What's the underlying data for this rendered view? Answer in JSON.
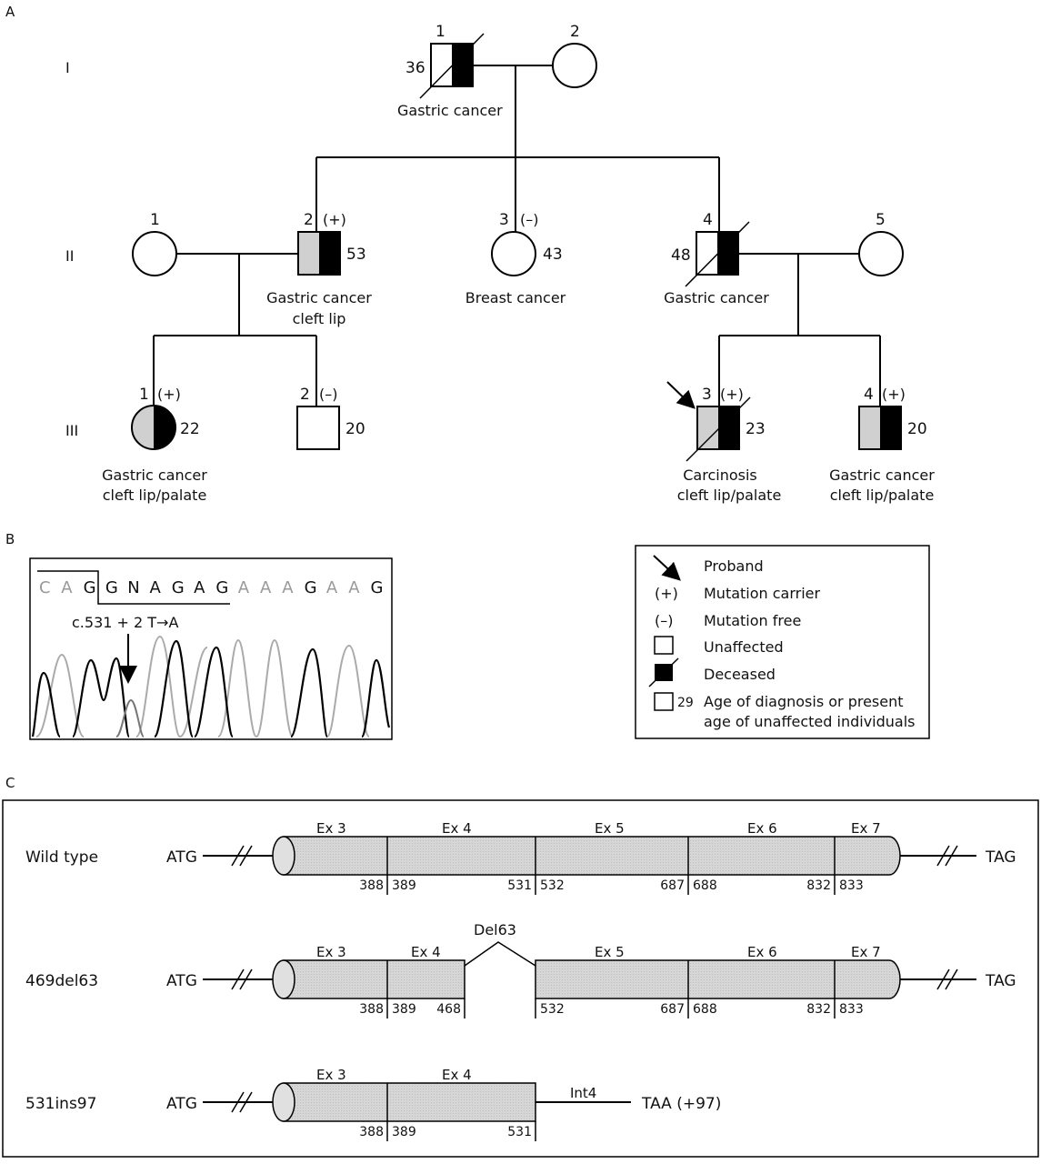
{
  "panels": {
    "a": "A",
    "b": "B",
    "c": "C"
  },
  "pedigree": {
    "generations": [
      "I",
      "II",
      "III"
    ],
    "I": {
      "i1": {
        "num": "1",
        "age": "36",
        "label": "Gastric cancer"
      },
      "i2": {
        "num": "2"
      }
    },
    "II": {
      "i1": {
        "num": "1"
      },
      "i2": {
        "num": "2",
        "status": "(+)",
        "age": "53",
        "label1": "Gastric cancer",
        "label2": "cleft lip"
      },
      "i3": {
        "num": "3",
        "status": "(–)",
        "age": "43",
        "label": "Breast cancer"
      },
      "i4": {
        "num": "4",
        "age": "48",
        "label": "Gastric cancer"
      },
      "i5": {
        "num": "5"
      }
    },
    "III": {
      "i1": {
        "num": "1",
        "status": "(+)",
        "age": "22",
        "label1": "Gastric cancer",
        "label2": "cleft lip/palate"
      },
      "i2": {
        "num": "2",
        "status": "(–)",
        "age": "20"
      },
      "i3": {
        "num": "3",
        "status": "(+)",
        "age": "23",
        "label1": "Carcinosis",
        "label2": "cleft lip/palate"
      },
      "i4": {
        "num": "4",
        "status": "(+)",
        "age": "20",
        "label1": "Gastric cancer",
        "label2": "cleft lip/palate"
      }
    }
  },
  "chromatogram": {
    "sequence": [
      "C",
      "A",
      "G",
      "G",
      "N",
      "A",
      "G",
      "A",
      "G",
      "A",
      "A",
      "A",
      "G",
      "A",
      "A",
      "G"
    ],
    "mutation_label": "c.531 + 2 T→A"
  },
  "legend": {
    "proband": "Proband",
    "carrier_symbol": "(+)",
    "carrier": "Mutation carrier",
    "free_symbol": "(–)",
    "free": "Mutation free",
    "unaffected": "Unaffected",
    "deceased": "Deceased",
    "age_example": "29",
    "age_line1": "Age of diagnosis or present",
    "age_line2": "age of unaffected individuals"
  },
  "transcripts": {
    "start": "ATG",
    "stop": "TAG",
    "wild_type": {
      "name": "Wild type",
      "exons": [
        "Ex 3",
        "Ex 4",
        "Ex 5",
        "Ex 6",
        "Ex 7"
      ],
      "positions": [
        "388",
        "389",
        "531",
        "532",
        "687",
        "688",
        "832",
        "833"
      ]
    },
    "del63": {
      "name": "469del63",
      "deletion": "Del63",
      "exons": [
        "Ex 3",
        "Ex 4",
        "Ex 5",
        "Ex 6",
        "Ex 7"
      ],
      "positions": [
        "388",
        "389",
        "468",
        "532",
        "687",
        "688",
        "832",
        "833"
      ]
    },
    "ins97": {
      "name": "531ins97",
      "exons": [
        "Ex 3",
        "Ex 4"
      ],
      "intron": "Int4",
      "stop": "TAA (+97)",
      "positions": [
        "388",
        "389",
        "531"
      ]
    }
  },
  "colors": {
    "affected_black": "#000000",
    "cleft_grey": "#d0d0d0",
    "breast_grey": "#999999",
    "exon_fill": "#d4d4d4"
  }
}
